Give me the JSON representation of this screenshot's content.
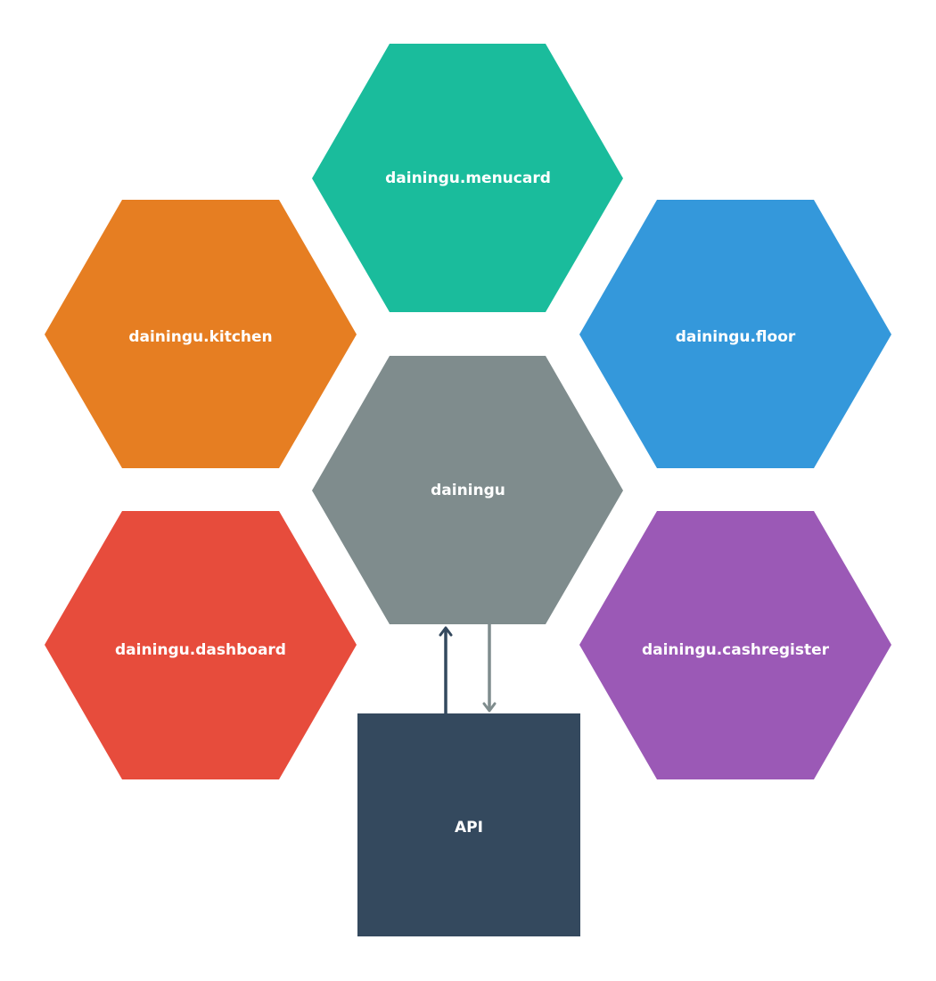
{
  "nodes": {
    "menucard": {
      "label": "dainingu.menucard",
      "color": "#1ABC9C"
    },
    "kitchen": {
      "label": "dainingu.kitchen",
      "color": "#E67E22"
    },
    "floor": {
      "label": "dainingu.floor",
      "color": "#3498DB"
    },
    "core": {
      "label": "dainingu",
      "color": "#7F8C8D"
    },
    "dashboard": {
      "label": "dainingu.dashboard",
      "color": "#E74C3C"
    },
    "cashregister": {
      "label": "dainingu.cashregister",
      "color": "#9B59B6"
    },
    "api": {
      "label": "API",
      "color": "#34495E"
    }
  },
  "connections": {
    "api_to_core": {
      "color": "#34495E"
    },
    "core_to_api": {
      "color": "#7F8C8D"
    }
  }
}
